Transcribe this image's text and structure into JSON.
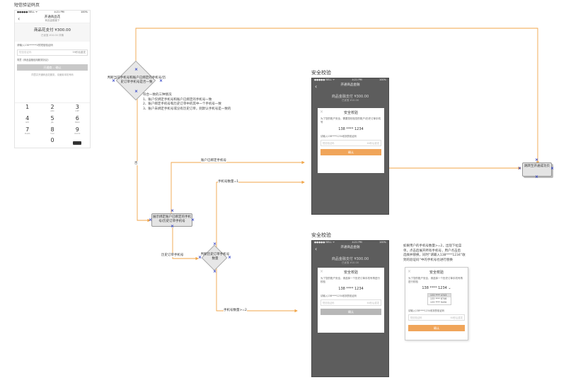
{
  "page_title": "短信验证码页",
  "phone1": {
    "status_left": "●●●●● BELL ᯤ",
    "status_time": "4:21 PM",
    "status_right": "100%",
    "nav_title": "开通商品花",
    "nav_sub": "商品金额度下",
    "pay_amount": "商品花支付 ¥300.00",
    "pay_sub": "已优惠 ¥10.00",
    "pay_sub2": "详情",
    "hint": "请输入130******0的短信验证码",
    "code_placeholder": "短信验证码",
    "resend": "59秒后重发",
    "agree": "同意《商品金融信用服务协议》",
    "ok": "开通商...",
    "ok2": "确认",
    "tip": "同意并开通商品花服务，请使用本机号码",
    "keys": [
      {
        "n": "1",
        "l": ""
      },
      {
        "n": "2",
        "l": "ABC"
      },
      {
        "n": "3",
        "l": "DEF"
      },
      {
        "n": "4",
        "l": "GHI"
      },
      {
        "n": "5",
        "l": "JKL"
      },
      {
        "n": "6",
        "l": "MNO"
      },
      {
        "n": "7",
        "l": "PQRS"
      },
      {
        "n": "8",
        "l": "TUV"
      },
      {
        "n": "9",
        "l": "WXYZ"
      },
      {
        "n": "0",
        "l": ""
      }
    ]
  },
  "flow": {
    "decision1": "判断当前手机号和账户已绑定的手机号/历史订单手机号是否一致",
    "note_title": "符合一致的三种情况",
    "notes": [
      "1、账户仅绑定手机号和账户已绑定的手机号一致",
      "2、账户绑定手机号和历史订单中的其中一个手机号一致",
      "3、账户未绑定手机号或没有历史订单，则默认手机号是一致的"
    ],
    "no_label": "否",
    "bound_label": "账户已绑定手机号",
    "count1_label": "手机号数量=1",
    "process1": "展示绑定账户已绑定的手机号/历史订单手机号",
    "history_label": "历史订单手机号",
    "decision2": "判断历史订单手机号数量",
    "count2_label": "手机号数量>=2",
    "end": "跳转至开通成功页"
  },
  "section1": "安全校验",
  "section2": "安全校验",
  "darkphone": {
    "status_left": "●●●●● BELL ᯤ",
    "status_time": "4:21 PM",
    "status_right": "100%",
    "nav_title": "开通商品金融",
    "pay": "商品金融支付 ¥300.00",
    "pay_sub": "已优惠 ¥10.00",
    "modal_title": "安全校验",
    "modal_desc1": "为了您的账户安全，需要您校验您的账户/历史订单手机号",
    "modal_desc2": "为了您的账户安全，请选择一个历史订单手机号再进行校验",
    "phone": "138 **** 1234",
    "code_hint": "请输入138****1234收到的验证码",
    "code_placeholder": "短信验证码",
    "resend": "60秒后重发",
    "btn": "确认"
  },
  "note2": [
    "如果用户的手机号数量>=2，出现下拉菜",
    "单，点击后展开所有手机号，用户点击后",
    "选择并替换，同时“请输入138****1234”收",
    "到的验证码”中的手机号也进行替换"
  ],
  "dropdown": {
    "selected": "138 **** 1234",
    "options": [
      "138 **** 1234",
      "133 **** 4743",
      "133 **** 8746",
      "133 **** 9430"
    ],
    "title": "安全校验",
    "desc": "为了您的账户安全，请选择一个历史订单手机号再进行校验",
    "code_hint": "请输入138****1234收到的验证码",
    "code_placeholder": "短信验证码",
    "resend": "60秒后重发",
    "btn": "确认"
  },
  "colors": {
    "line": "#f0a64a",
    "marker": "#2b3cc4",
    "dark_phone": "#5d5d5d"
  }
}
